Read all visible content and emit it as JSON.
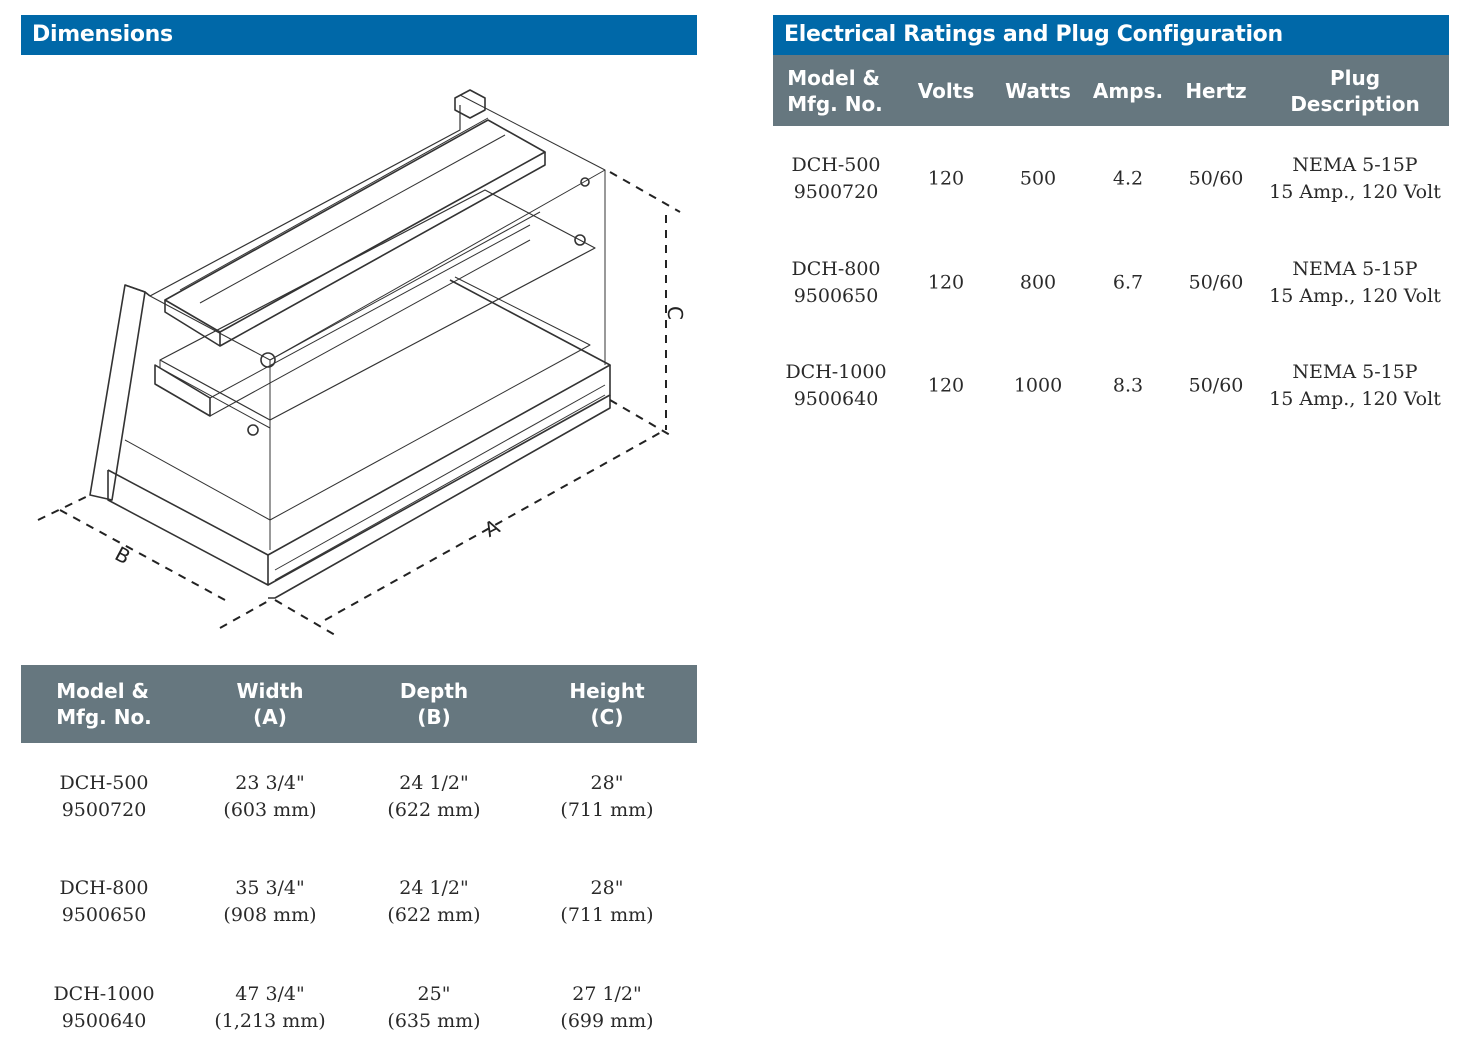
{
  "dimensions": {
    "title": "Dimensions",
    "diagram_labels": {
      "a": "A",
      "b": "B",
      "c": "C"
    },
    "headers": [
      {
        "line1": "Model &",
        "line2": "Mfg. No."
      },
      {
        "line1": "Width",
        "line2": "(A)"
      },
      {
        "line1": "Depth",
        "line2": "(B)"
      },
      {
        "line1": "Height",
        "line2": "(C)"
      }
    ],
    "rows": [
      {
        "model": "DCH-500",
        "mfg": "9500720",
        "width": "23 3/4\"",
        "width_mm": "(603 mm)",
        "depth": "24 1/2\"",
        "depth_mm": "(622 mm)",
        "height": "28\"",
        "height_mm": "(711 mm)"
      },
      {
        "model": "DCH-800",
        "mfg": "9500650",
        "width": "35 3/4\"",
        "width_mm": "(908 mm)",
        "depth": "24 1/2\"",
        "depth_mm": "(622 mm)",
        "height": "28\"",
        "height_mm": "(711 mm)"
      },
      {
        "model": "DCH-1000",
        "mfg": "9500640",
        "width": "47 3/4\"",
        "width_mm": "(1,213 mm)",
        "depth": "25\"",
        "depth_mm": "(635 mm)",
        "height": "27 1/2\"",
        "height_mm": "(699 mm)"
      }
    ]
  },
  "electrical": {
    "title": "Electrical Ratings and Plug Configuration",
    "headers": [
      {
        "line1": "Model &",
        "line2": "Mfg. No."
      },
      {
        "line1": "Volts",
        "line2": ""
      },
      {
        "line1": "Watts",
        "line2": ""
      },
      {
        "line1": "Amps.",
        "line2": ""
      },
      {
        "line1": "Hertz",
        "line2": ""
      },
      {
        "line1": "Plug",
        "line2": "Description"
      }
    ],
    "rows": [
      {
        "model": "DCH-500",
        "mfg": "9500720",
        "volts": "120",
        "watts": "500",
        "amps": "4.2",
        "hertz": "50/60",
        "plug1": "NEMA 5-15P",
        "plug2": "15 Amp., 120 Volt"
      },
      {
        "model": "DCH-800",
        "mfg": "9500650",
        "volts": "120",
        "watts": "800",
        "amps": "6.7",
        "hertz": "50/60",
        "plug1": "NEMA 5-15P",
        "plug2": "15 Amp., 120 Volt"
      },
      {
        "model": "DCH-1000",
        "mfg": "9500640",
        "volts": "120",
        "watts": "1000",
        "amps": "8.3",
        "hertz": "50/60",
        "plug1": "NEMA 5-15P",
        "plug2": "15 Amp., 120 Volt"
      }
    ]
  },
  "colors": {
    "section_bar": "#0068a8",
    "table_header": "#66777f"
  }
}
